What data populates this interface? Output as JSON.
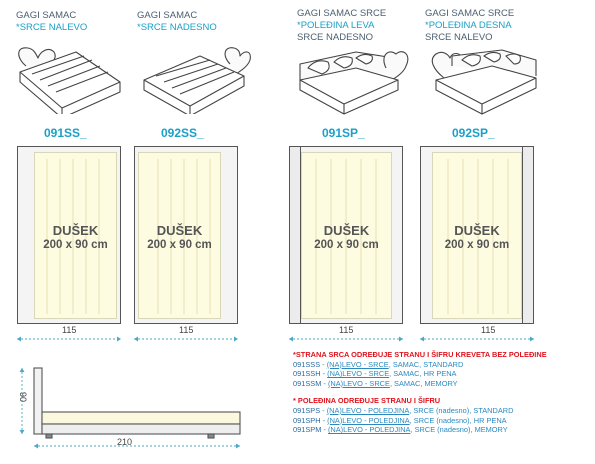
{
  "products": [
    {
      "header_line1": "GAGI SAMAC",
      "header_line2": "*SRCE NALEVO",
      "header_line3": "",
      "code": "091SS_",
      "mattress_title": "DUŠEK",
      "mattress_size": "200 x 90 cm",
      "width_label": "115"
    },
    {
      "header_line1": "GAGI SAMAC",
      "header_line2": "*SRCE NADESNO",
      "header_line3": "",
      "code": "092SS_",
      "mattress_title": "DUŠEK",
      "mattress_size": "200 x 90 cm",
      "width_label": "115"
    },
    {
      "header_line1": "GAGI SAMAC SRCE",
      "header_line2": "*POLEĐINA LEVA",
      "header_line3": "SRCE NADESNO",
      "code": "091SP_",
      "mattress_title": "DUŠEK",
      "mattress_size": "200 x 90 cm",
      "width_label": "115"
    },
    {
      "header_line1": "GAGI SAMAC SRCE",
      "header_line2": "*POLEĐINA DESNA",
      "header_line3": "SRCE NALEVO",
      "code": "092SP_",
      "mattress_title": "DUŠEK",
      "mattress_size": "200 x 90 cm",
      "width_label": "115"
    }
  ],
  "side_view": {
    "height_label": "90",
    "length_label": "210"
  },
  "notes": {
    "heading1": "*STRANA SRCA ODREĐUJE STRANU I ŠIFRU KREVETA BEZ POLEĐINE",
    "group1": [
      {
        "code": "091SSS",
        "mid": "(NA)LEVO - SRCE",
        "rest": ", SAMAC, STANDARD"
      },
      {
        "code": "091SSH",
        "mid": "(NA)LEVO - SRCE",
        "rest": ", SAMAC, HR PENA"
      },
      {
        "code": "091SSM",
        "mid": "(NA)LEVO - SRCE",
        "rest": ", SAMAC, MEMORY"
      }
    ],
    "heading2": "* POLEĐINA ODREĐUJE STRANU I ŠIFRU",
    "group2": [
      {
        "code": "091SPS",
        "mid": "(NA)LEVO - POLEDJINA",
        "rest": ", SRCE (nadesno), STANDARD"
      },
      {
        "code": "091SPH",
        "mid": "(NA)LEVO - POLEDJINA",
        "rest": ", SRCE (nadesno), HR PENA"
      },
      {
        "code": "091SPM",
        "mid": "(NA)LEVO - POLEDJINA",
        "rest": ", SRCE (nadesno), MEMORY"
      }
    ]
  }
}
